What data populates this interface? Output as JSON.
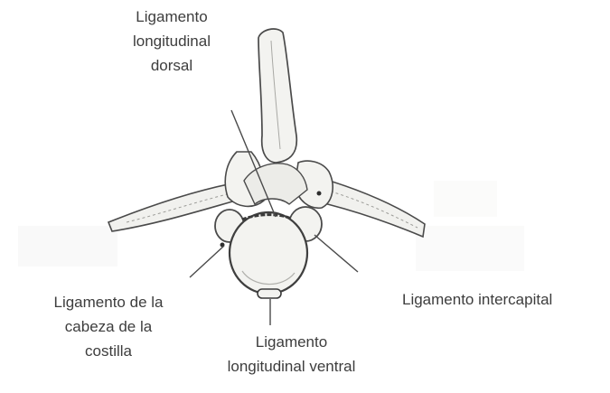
{
  "figure": {
    "labels": {
      "dorsal": [
        "Ligamento",
        "longitudinal",
        "dorsal"
      ],
      "cabeza": [
        "Ligamento de la",
        "cabeza de la",
        "costilla"
      ],
      "ventral": [
        "Ligamento",
        "longitudinal ventral"
      ],
      "intercapital": [
        "Ligamento intercapital"
      ]
    },
    "colors": {
      "outline": "#4a4a4a",
      "bone_fill": "#f3f3f0",
      "shade": "#b9b9b4",
      "text": "#3d3d3d"
    }
  }
}
